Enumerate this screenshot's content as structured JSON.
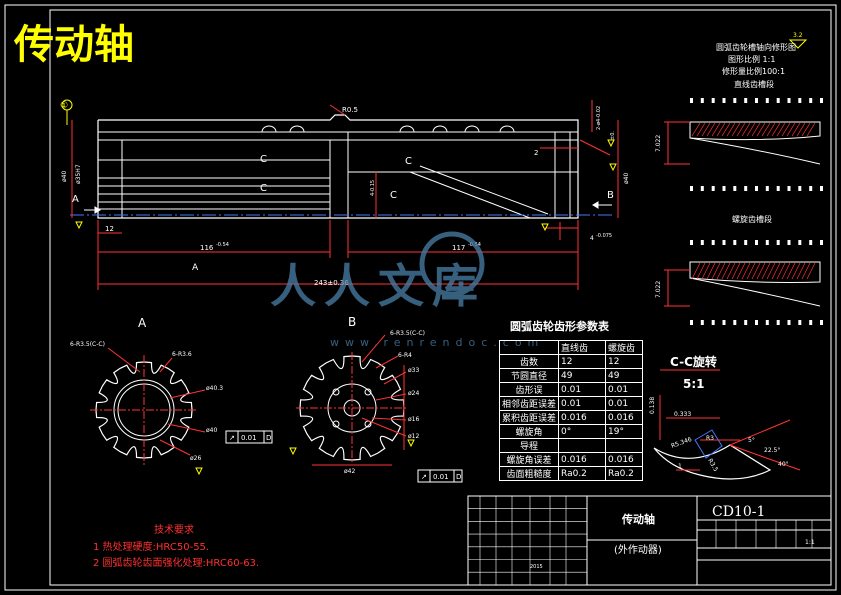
{
  "title": "传动轴",
  "watermark": {
    "brand": "人人文库",
    "url": "www.renrendoc.com"
  },
  "top_right": {
    "roughness": "3.2",
    "lines": [
      "圆弧齿轮槽轴向修形图",
      "图形比例 1:1",
      "修形量比例100:1",
      "直线齿槽段"
    ],
    "dim_straight": "7.022",
    "helical_title": "螺旋齿槽段",
    "dim_helical": "7.022"
  },
  "main_view": {
    "datum": "①",
    "dims": {
      "r05": "R0.5",
      "d40_left": "ø40",
      "fit_left": "ø35H7",
      "d40_right": "ø40",
      "right_small": "2-ø4-0.02",
      "slot": "4-0.15",
      "b2": "2",
      "tol_a": "±0.",
      "dim_12": "12",
      "dim_116": "116",
      "dim_116_tol": "-0.54",
      "dim_117": "117",
      "dim_117_tol": "-0.54",
      "dim_4": "4",
      "dim_4_tol": "-0.075",
      "dim_A": "A",
      "total": "243±0.36"
    },
    "labels": {
      "section_a": "A",
      "section_b": "B",
      "cc1": "C",
      "cc2": "C",
      "cc3": "C",
      "cc4": "C"
    }
  },
  "section_a": {
    "title": "A",
    "notes": [
      "6-R3.5(C-C)",
      "6-R3.6",
      "ø40.3",
      "ø40",
      "ø26"
    ],
    "tol_box": {
      "sym": "↗",
      "value": "0.01",
      "ref": "D"
    }
  },
  "section_b": {
    "title": "B",
    "notes": [
      "6-R3.5(C-C)",
      "6-R4",
      "ø33",
      "ø24",
      "ø16",
      "ø12",
      "ø42"
    ],
    "tol_box": {
      "sym": "↗",
      "value": "0.01",
      "ref": "D"
    }
  },
  "param_table": {
    "title": "圆弧齿轮齿形参数表",
    "header": [
      "",
      "直线齿",
      "螺旋齿"
    ],
    "rows": [
      [
        "齿数",
        "12",
        "12"
      ],
      [
        "节圆直径",
        "49",
        "49"
      ],
      [
        "齿形误",
        "0.01",
        "0.01"
      ],
      [
        "相邻齿距误差",
        "0.01",
        "0.01"
      ],
      [
        "累积齿距误差",
        "0.016",
        "0.016"
      ],
      [
        "螺旋角",
        "0°",
        "19°"
      ],
      [
        "导程",
        "",
        ""
      ],
      [
        "螺旋角误差",
        "0.016",
        "0.016"
      ],
      [
        "齿面粗糙度",
        "Ra0.2",
        "Ra0.2"
      ]
    ]
  },
  "cc_detail": {
    "title": "C-C旋转",
    "scale": "5:1",
    "dims": [
      "0.138",
      "0.333",
      "R5.346",
      "R3",
      "R3.5",
      "5°",
      "22.5°",
      "40°",
      "1"
    ]
  },
  "tech_req": {
    "title": "技术要求",
    "items": [
      "1 热处理硬度:HRC50-55.",
      "2 圆弧齿轮齿面强化处理:HRC60-63."
    ]
  },
  "title_block": {
    "part_name": "传动轴",
    "assembly": "(外作动器)",
    "drawing_no": "CD10-1",
    "scale": "1:1",
    "date": "2015"
  },
  "colors": {
    "outline": "#ffffff",
    "dimension": "#ff3333",
    "center": "#ff3333",
    "section_line": "#ffffff",
    "title_yellow": "#ffff00",
    "note_red": "#ff3030",
    "hatch": "#ff3333",
    "symbol": "#ffff00",
    "watermark": "#4a7fa8"
  }
}
